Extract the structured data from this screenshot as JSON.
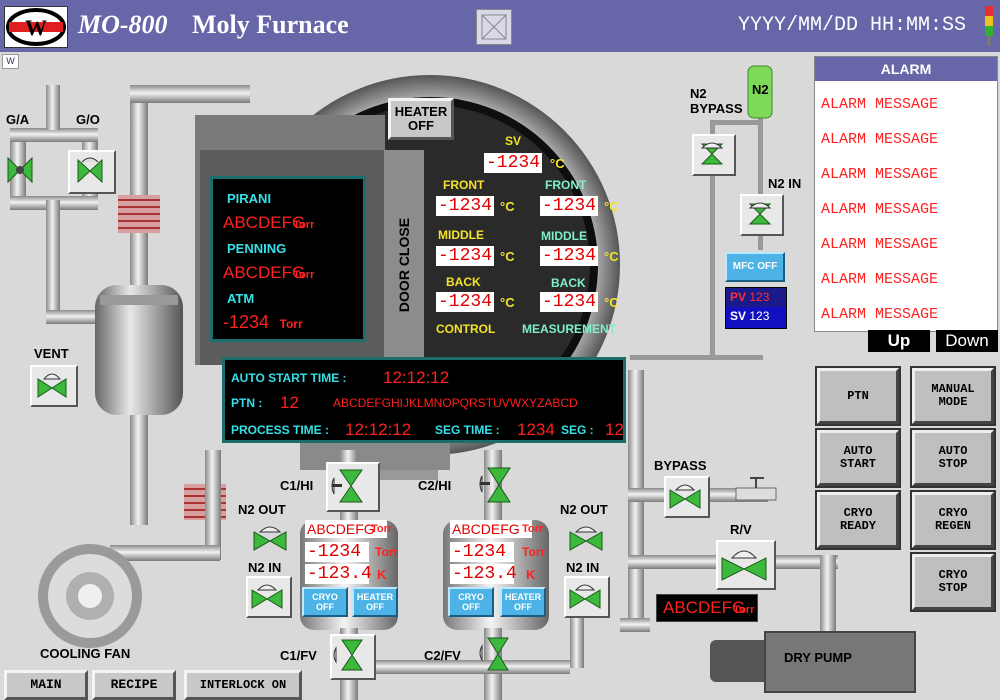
{
  "header": {
    "title_model": "MO-800",
    "title_name": "Moly Furnace",
    "datetime": "YYYY/MM/DD HH:MM:SS",
    "logo_text": "W",
    "small_icon": "W"
  },
  "valves": {
    "ga": "G/A",
    "go": "G/O",
    "vent": "VENT",
    "n2_bypass_line1": "N2",
    "n2_bypass_line2": "BYPASS",
    "n2_tank": "N2",
    "n2_in": "N2 IN",
    "bypass": "BYPASS",
    "rv": "R/V",
    "c1_hi": "C1/HI",
    "c2_hi": "C2/HI",
    "c1_fv": "C1/FV",
    "c2_fv": "C2/FV",
    "n2_out_left": "N2 OUT",
    "n2_in_left": "N2 IN",
    "n2_out_right": "N2 OUT",
    "n2_in_right": "N2 IN"
  },
  "equipment": {
    "cooling_fan": "COOLING FAN",
    "dry_pump": "DRY PUMP",
    "door": "DOOR CLOSE"
  },
  "heater_button": {
    "line1": "HEATER",
    "line2": "OFF"
  },
  "gauges": {
    "pirani_label": "PIRANI",
    "pirani_value": "ABCDEFG",
    "penning_label": "PENNING",
    "penning_value": "ABCDEFG",
    "atm_label": "ATM",
    "atm_value": "-1234",
    "unit": "Torr"
  },
  "temperatures": {
    "sv_label": "SV",
    "sv_value": "-1234",
    "unit": "°C",
    "front": "FRONT",
    "middle": "MIDDLE",
    "back": "BACK",
    "control_label": "CONTROL",
    "measurement_label": "MEASUREMENT",
    "control": {
      "front": "-1234",
      "middle": "-1234",
      "back": "-1234"
    },
    "measurement": {
      "front": "-1234",
      "middle": "-1234",
      "back": "-1234"
    }
  },
  "process": {
    "auto_start_label": "AUTO START TIME :",
    "auto_start_value": "12:12:12",
    "ptn_label": "PTN :",
    "ptn_value": "12",
    "ptn_name": "ABCDEFGHIJKLMNOPQRSTUVWXYZABCD",
    "process_time_label": "PROCESS TIME :",
    "process_time_value": "12:12:12",
    "seg_time_label": "SEG TIME :",
    "seg_time_value": "1234",
    "seg_label": "SEG :",
    "seg_value": "12"
  },
  "mfc": {
    "button": "MFC OFF",
    "pv_label": "PV",
    "pv_value": "123",
    "sv_label": "SV",
    "sv_value": "123"
  },
  "cryo_left": {
    "torr1": "ABCDEFG",
    "torr2": "-1234",
    "temp": "-123.4",
    "torr_unit": "Torr",
    "k_unit": "K",
    "cryo_btn": "CRYO OFF",
    "heater_btn": "HEATER OFF"
  },
  "cryo_right": {
    "torr1": "ABCDEFG",
    "torr2": "-1234",
    "temp": "-123.4",
    "torr_unit": "Torr",
    "k_unit": "K",
    "cryo_btn": "CRYO OFF",
    "heater_btn": "HEATER OFF"
  },
  "dry_pump_readout": {
    "value": "ABCDEFG",
    "unit": "Torr"
  },
  "alarm": {
    "title": "ALARM",
    "messages": [
      "ALARM MESSAGE",
      "ALARM MESSAGE",
      "ALARM MESSAGE",
      "ALARM MESSAGE",
      "ALARM MESSAGE",
      "ALARM MESSAGE",
      "ALARM MESSAGE"
    ],
    "up": "Up",
    "down": "Down"
  },
  "control_buttons": {
    "ptn": "PTN",
    "manual_mode": "MANUAL MODE",
    "auto_start": "AUTO START",
    "auto_stop": "AUTO STOP",
    "cryo_ready": "CRYO READY",
    "cryo_regen": "CRYO REGEN",
    "cryo_stop": "CRYO STOP"
  },
  "bottom_nav": {
    "main": "MAIN",
    "recipe": "RECIPE",
    "interlock": "INTERLOCK ON"
  },
  "colors": {
    "header": "#6666a8",
    "valve_green": "#3cb83c",
    "alarm_red": "#ff2020",
    "panel_cyan": "#35e0e8"
  }
}
